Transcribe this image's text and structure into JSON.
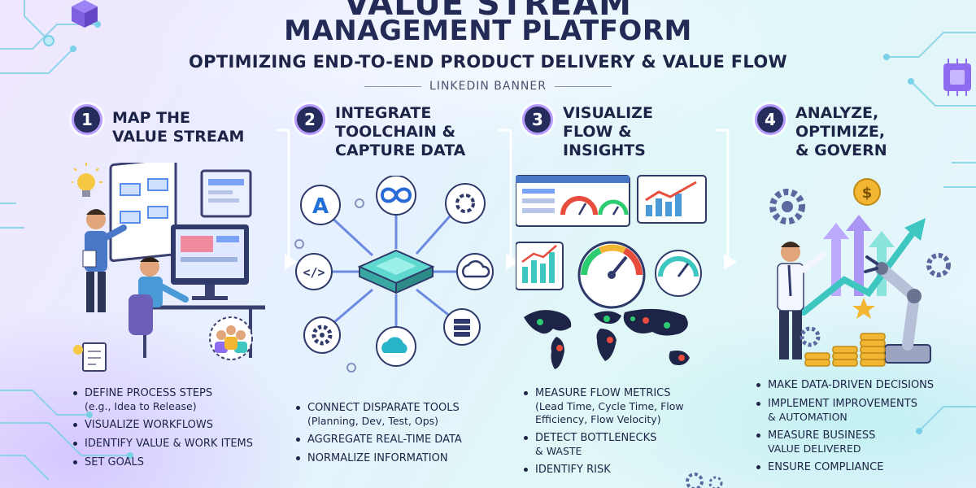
{
  "header": {
    "title_top": "VALUE STREAM",
    "title_main": "MANAGEMENT PLATFORM",
    "subtitle": "OPTIMIZING END-TO-END PRODUCT DELIVERY & VALUE FLOW",
    "tag": "LINKEDIN BANNER"
  },
  "steps": [
    {
      "number": "1",
      "title_l1": "MAP THE",
      "title_l2": "VALUE STREAM",
      "title_l3": "",
      "bullets": [
        {
          "main": "DEFINE PROCESS STEPS",
          "sub": "(e.g., Idea to Release)"
        },
        {
          "main": "VISUALIZE WORKFLOWS",
          "sub": ""
        },
        {
          "main": "IDENTIFY VALUE & WORK ITEMS",
          "sub": ""
        },
        {
          "main": "SET GOALS",
          "sub": ""
        }
      ]
    },
    {
      "number": "2",
      "title_l1": "INTEGRATE",
      "title_l2": "TOOLCHAIN &",
      "title_l3": "CAPTURE DATA",
      "bullets": [
        {
          "main": "CONNECT DISPARATE TOOLS",
          "sub": "(Planning, Dev, Test, Ops)"
        },
        {
          "main": "AGGREGATE REAL-TIME DATA",
          "sub": ""
        },
        {
          "main": "NORMALIZE INFORMATION",
          "sub": ""
        }
      ]
    },
    {
      "number": "3",
      "title_l1": "VISUALIZE",
      "title_l2": "FLOW &",
      "title_l3": "INSIGHTS",
      "bullets": [
        {
          "main": "MEASURE FLOW METRICS",
          "sub": "(Lead Time, Cycle Time, Flow Efficiency, Flow Velocity)"
        },
        {
          "main": "DETECT BOTTLENECKS",
          "sub": "& WASTE"
        },
        {
          "main": "IDENTIFY RISK",
          "sub": ""
        }
      ]
    },
    {
      "number": "4",
      "title_l1": "ANALYZE,",
      "title_l2": "OPTIMIZE,",
      "title_l3": "& GOVERN",
      "bullets": [
        {
          "main": "MAKE DATA-DRIVEN DECISIONS",
          "sub": ""
        },
        {
          "main": "IMPLEMENT IMPROVEMENTS",
          "sub": "& AUTOMATION"
        },
        {
          "main": "MEASURE BUSINESS",
          "sub": "VALUE DELIVERED"
        },
        {
          "main": "ENSURE COMPLIANCE",
          "sub": ""
        }
      ]
    }
  ],
  "icons": {
    "azure_letter": "A",
    "code_symbol": "</>",
    "dollar": "$"
  },
  "colors": {
    "navy": "#1d2447",
    "purple": "#8e6cf0",
    "teal": "#3ec6c0",
    "accent_green": "#2ecc71",
    "accent_red": "#e74c3c",
    "gold": "#f2b632"
  }
}
